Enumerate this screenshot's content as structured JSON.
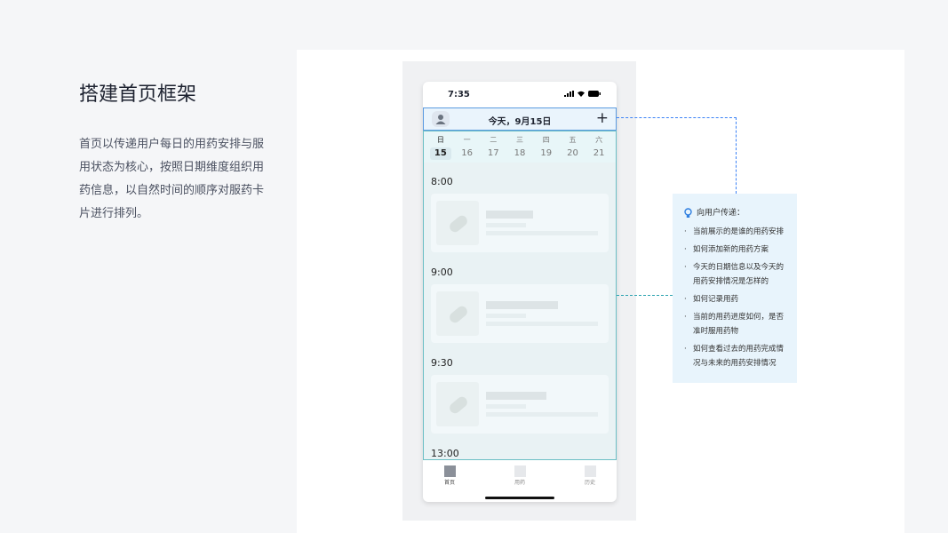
{
  "title": "搭建首页框架",
  "description": "首页以传递用户每日的用药安排与服用状态为核心，按照日期维度组织用药信息，以自然时间的顺序对服药卡片进行排列。",
  "phone": {
    "status_time": "7:35",
    "header_title": "今天，9月15日",
    "add_label": "+",
    "week": [
      {
        "d": "日",
        "n": "15"
      },
      {
        "d": "一",
        "n": "16"
      },
      {
        "d": "二",
        "n": "17"
      },
      {
        "d": "三",
        "n": "18"
      },
      {
        "d": "四",
        "n": "19"
      },
      {
        "d": "五",
        "n": "20"
      },
      {
        "d": "六",
        "n": "21"
      }
    ],
    "times": [
      "8:00",
      "9:00",
      "9:30",
      "13:00"
    ],
    "tabs": [
      "首页",
      "用药",
      "历史"
    ]
  },
  "callout": {
    "heading": "向用户传递：",
    "items": [
      "当前展示的是谁的用药安排",
      "如何添加新的用药方案",
      "今天的日期信息以及今天的用药安排情况是怎样的",
      "如何记录用药",
      "当前的用药进度如何，是否准时服用药物",
      "如何查看过去的用药完成情况与未来的用药安排情况"
    ]
  }
}
